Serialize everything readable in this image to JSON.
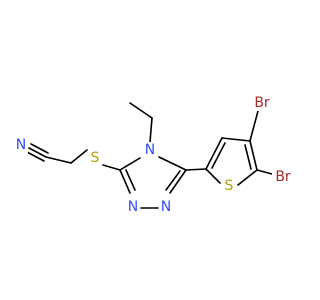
{
  "molecule": {
    "atoms": {
      "N_nitrile": {
        "text": "N",
        "color": "#3050F8"
      },
      "S_thioether": {
        "text": "S",
        "color": "#B2A000"
      },
      "N_ring4": {
        "text": "N",
        "color": "#3050F8"
      },
      "N_ring2": {
        "text": "N",
        "color": "#3050F8"
      },
      "N_ring1": {
        "text": "N",
        "color": "#3050F8"
      },
      "S_thiophene": {
        "text": "S",
        "color": "#B2A000"
      },
      "Br_top": {
        "text": "Br",
        "color": "#A62929"
      },
      "Br_right": {
        "text": "Br",
        "color": "#A62929"
      }
    }
  }
}
